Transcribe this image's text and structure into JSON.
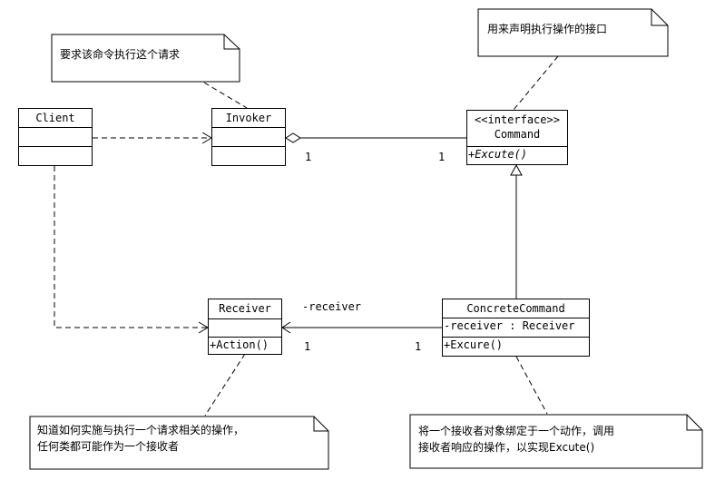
{
  "notes": {
    "invoker_note": "要求该命令执行这个请求",
    "command_note": "用来声明执行操作的接口",
    "receiver_note_line1": "知道如何实施与执行一个请求相关的操作，",
    "receiver_note_line2": "任何类都可能作为一个接收者",
    "concrete_note_line1": "将一个接收者对象绑定于一个动作，调用",
    "concrete_note_line2": "接收者响应的操作，以实现Excute()"
  },
  "classes": {
    "client": {
      "name": "Client"
    },
    "invoker": {
      "name": "Invoker"
    },
    "command": {
      "stereotype": "<<interface>>",
      "name": "Command",
      "operation": "+Excute()"
    },
    "receiver": {
      "name": "Receiver",
      "operation": "+Action()"
    },
    "concrete_command": {
      "name": "ConcreteCommand",
      "attribute": "-receiver : Receiver",
      "operation": "+Excure()"
    }
  },
  "associations": {
    "invoker_command": {
      "invoker_end": "1",
      "command_end": "1"
    },
    "concrete_receiver": {
      "role": "-receiver",
      "receiver_end": "1",
      "concrete_end": "1"
    }
  }
}
